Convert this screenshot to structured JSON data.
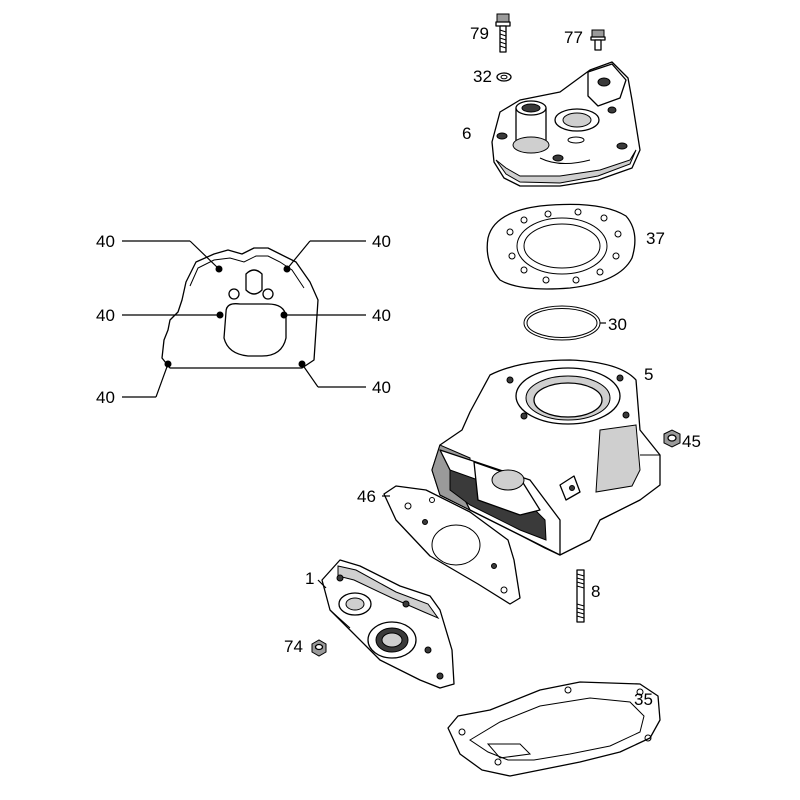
{
  "diagram": {
    "part_numbers": {
      "p79": "79",
      "p77": "77",
      "p32": "32",
      "p6": "6",
      "p37": "37",
      "p30": "30",
      "p5": "5",
      "p45": "45",
      "p46": "46",
      "p1": "1",
      "p8": "8",
      "p74": "74",
      "p35": "35",
      "p40_top_left": "40",
      "p40_top_right": "40",
      "p40_mid_left": "40",
      "p40_mid_right": "40",
      "p40_bottom_left": "40",
      "p40_bottom_right": "40"
    }
  }
}
